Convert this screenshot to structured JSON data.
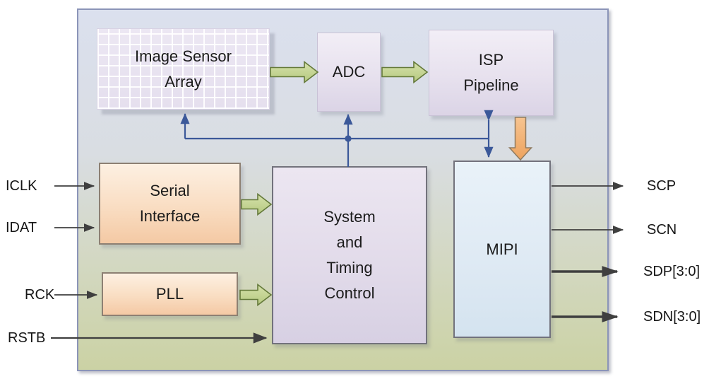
{
  "diagram": {
    "name": "image-sensor-soc-block-diagram",
    "blocks": {
      "image_sensor_array": {
        "label": "Image Sensor\nArray"
      },
      "adc": {
        "label": "ADC"
      },
      "isp_pipeline": {
        "label": "ISP\nPipeline"
      },
      "serial_interface": {
        "label": "Serial\nInterface"
      },
      "pll": {
        "label": "PLL"
      },
      "system_timing_control": {
        "label": "System\nand\nTiming\nControl"
      },
      "mipi": {
        "label": "MIPI"
      }
    },
    "inputs": [
      {
        "label": "ICLK"
      },
      {
        "label": "IDAT"
      },
      {
        "label": "RCK"
      },
      {
        "label": "RSTB"
      }
    ],
    "outputs": [
      {
        "label": "SCP",
        "bus": false
      },
      {
        "label": "SCN",
        "bus": false
      },
      {
        "label": "SDP[3:0]",
        "bus": true
      },
      {
        "label": "SDN[3:0]",
        "bus": true
      }
    ],
    "colors": {
      "control_wire_blue": "#3b5899",
      "signal_wire_dark": "#3f3f3f",
      "data_arrow_green_fill": "#c6d69b",
      "data_arrow_green_stroke": "#64793a",
      "data_arrow_orange_fill": "#f3b47c",
      "data_arrow_orange_stroke": "#8f7b61",
      "chip_border": "#8b94b8",
      "chip_bg_top": "#dbe0ee",
      "chip_bg_bottom": "#cbd2a4"
    }
  }
}
